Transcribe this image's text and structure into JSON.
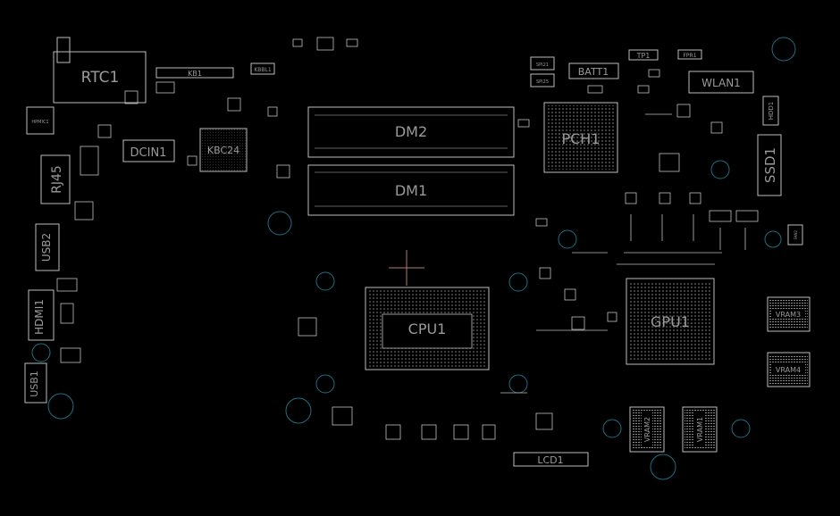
{
  "board": {
    "background": "#000000",
    "silkscreen_color": "#bdbdbd",
    "mounting_hole_color": "#1f6e83",
    "origin_marker_color": "#b07a7a"
  },
  "labels": {
    "rtc": "RTC1",
    "kb": "KB1",
    "kbbl": "KBBL1",
    "dcin": "DCIN1",
    "kbc": "KBC24",
    "rj45": "RJ45",
    "usb2": "USB2",
    "hdmi": "HDMI1",
    "usb1": "USB1",
    "dm2": "DM2",
    "dm1": "DM1",
    "pch": "PCH1",
    "batt": "BATT1",
    "tp": "TP1",
    "fpr": "FPR1",
    "wlan": "WLAN1",
    "hdd": "HDD1",
    "ssd": "SSD1",
    "cpu": "CPU1",
    "gpu": "GPU1",
    "vram3": "VRAM3",
    "vram4": "VRAM4",
    "vram2": "VRAM2",
    "vram1": "VRAM1",
    "lcd": "LCD1",
    "spi1": "SPI21",
    "spi2": "SPI25",
    "hpmic": "HPMIC1",
    "fan": "FAN2"
  }
}
